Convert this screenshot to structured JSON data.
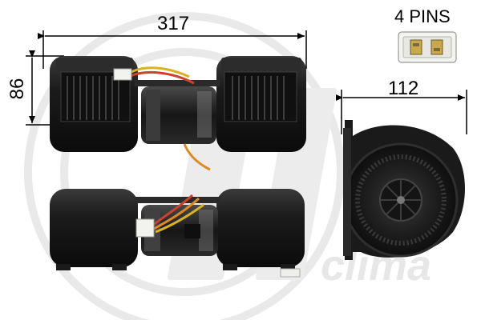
{
  "dimensions": {
    "width_mm": "317",
    "height_mm": "86",
    "depth_mm": "112"
  },
  "connector": {
    "label": "4 PINS"
  },
  "watermark": {
    "text": "pl clima",
    "color": "#e6e6e6"
  },
  "colors": {
    "body": "#151515",
    "body_mid": "#2a2a2a",
    "highlight": "#5a5a5a",
    "wire_red": "#d0402a",
    "wire_orange": "#e08a1e",
    "wire_yellow": "#d8b21f",
    "connector_white": "#f2f2ee",
    "dimension_line": "#000000"
  },
  "icons": [
    "blower-motor-top-view",
    "blower-motor-bottom-view",
    "blower-motor-side-view",
    "connector-4pin-icon"
  ]
}
